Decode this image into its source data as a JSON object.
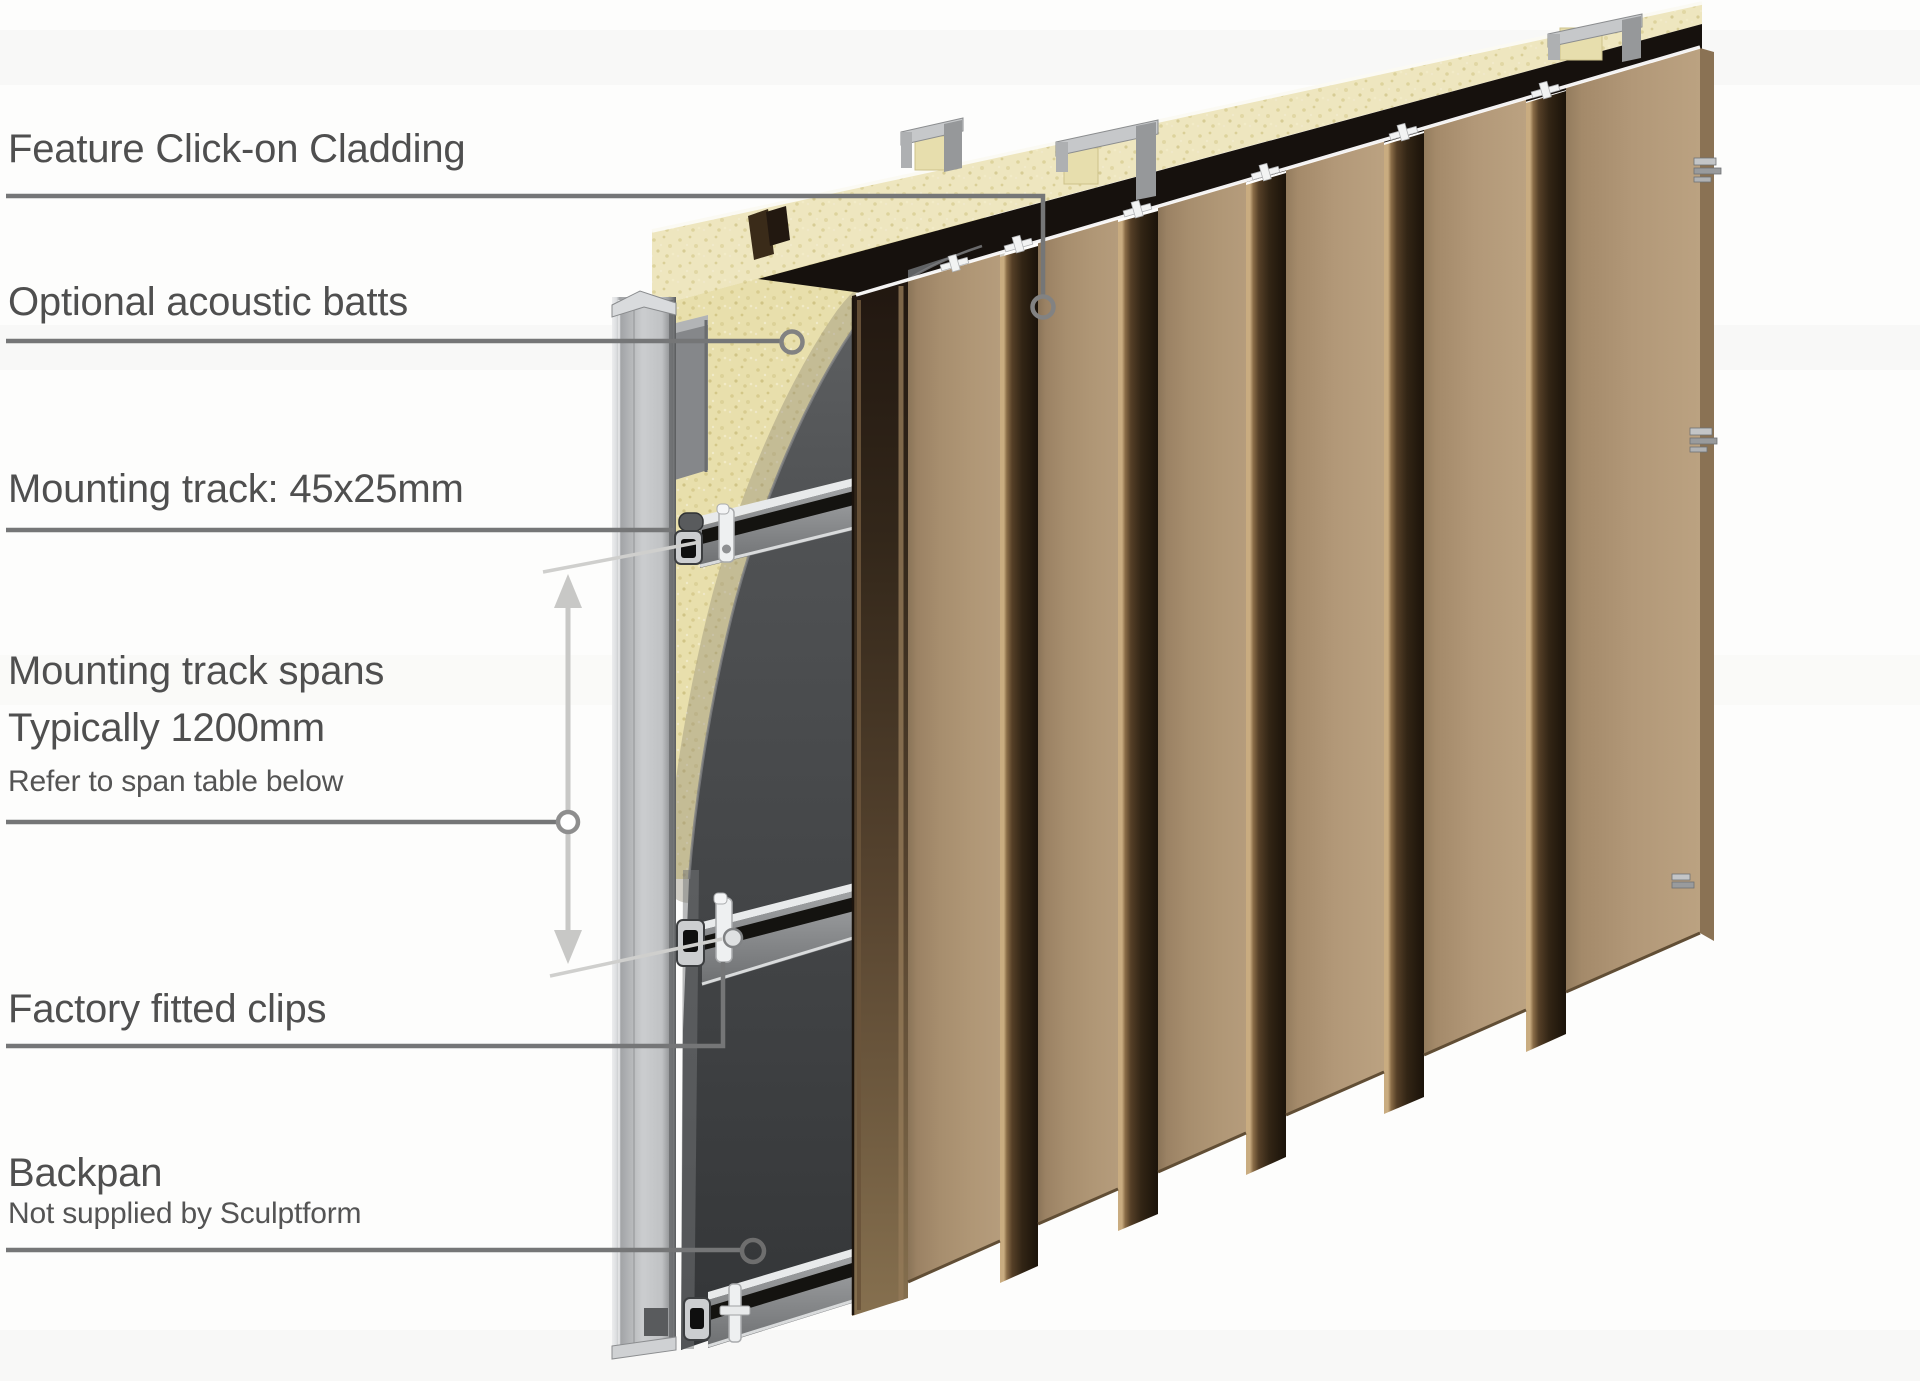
{
  "callouts": {
    "feature": {
      "label": "Feature Click-on Cladding"
    },
    "acoustic": {
      "label": "Optional acoustic batts"
    },
    "mounting_track": {
      "label": "Mounting track: 45x25mm"
    },
    "track_spans": {
      "line1": "Mounting track spans",
      "line2": "Typically 1200mm",
      "line3": "Refer to span table below"
    },
    "clips": {
      "label": "Factory fitted clips"
    },
    "backpan": {
      "line1": "Backpan",
      "line2": "Not supplied by Sculptform"
    }
  },
  "icons": {
    "callout_marker": "ring-circle",
    "span_arrow": "vertical-double-arrow"
  },
  "colors": {
    "cladding_bronze": "#ab9170",
    "fin_dark_bronze": "#32251",
    "batt_yellow": "#e8dfac",
    "backpan_gray": "#47494b",
    "track_aluminum": "#ccced0",
    "stud_gray": "#c6c8ca",
    "leader_gray": "#757677",
    "arrow_light_gray": "#c8c8c6",
    "label_text": "#4f4f4f"
  }
}
